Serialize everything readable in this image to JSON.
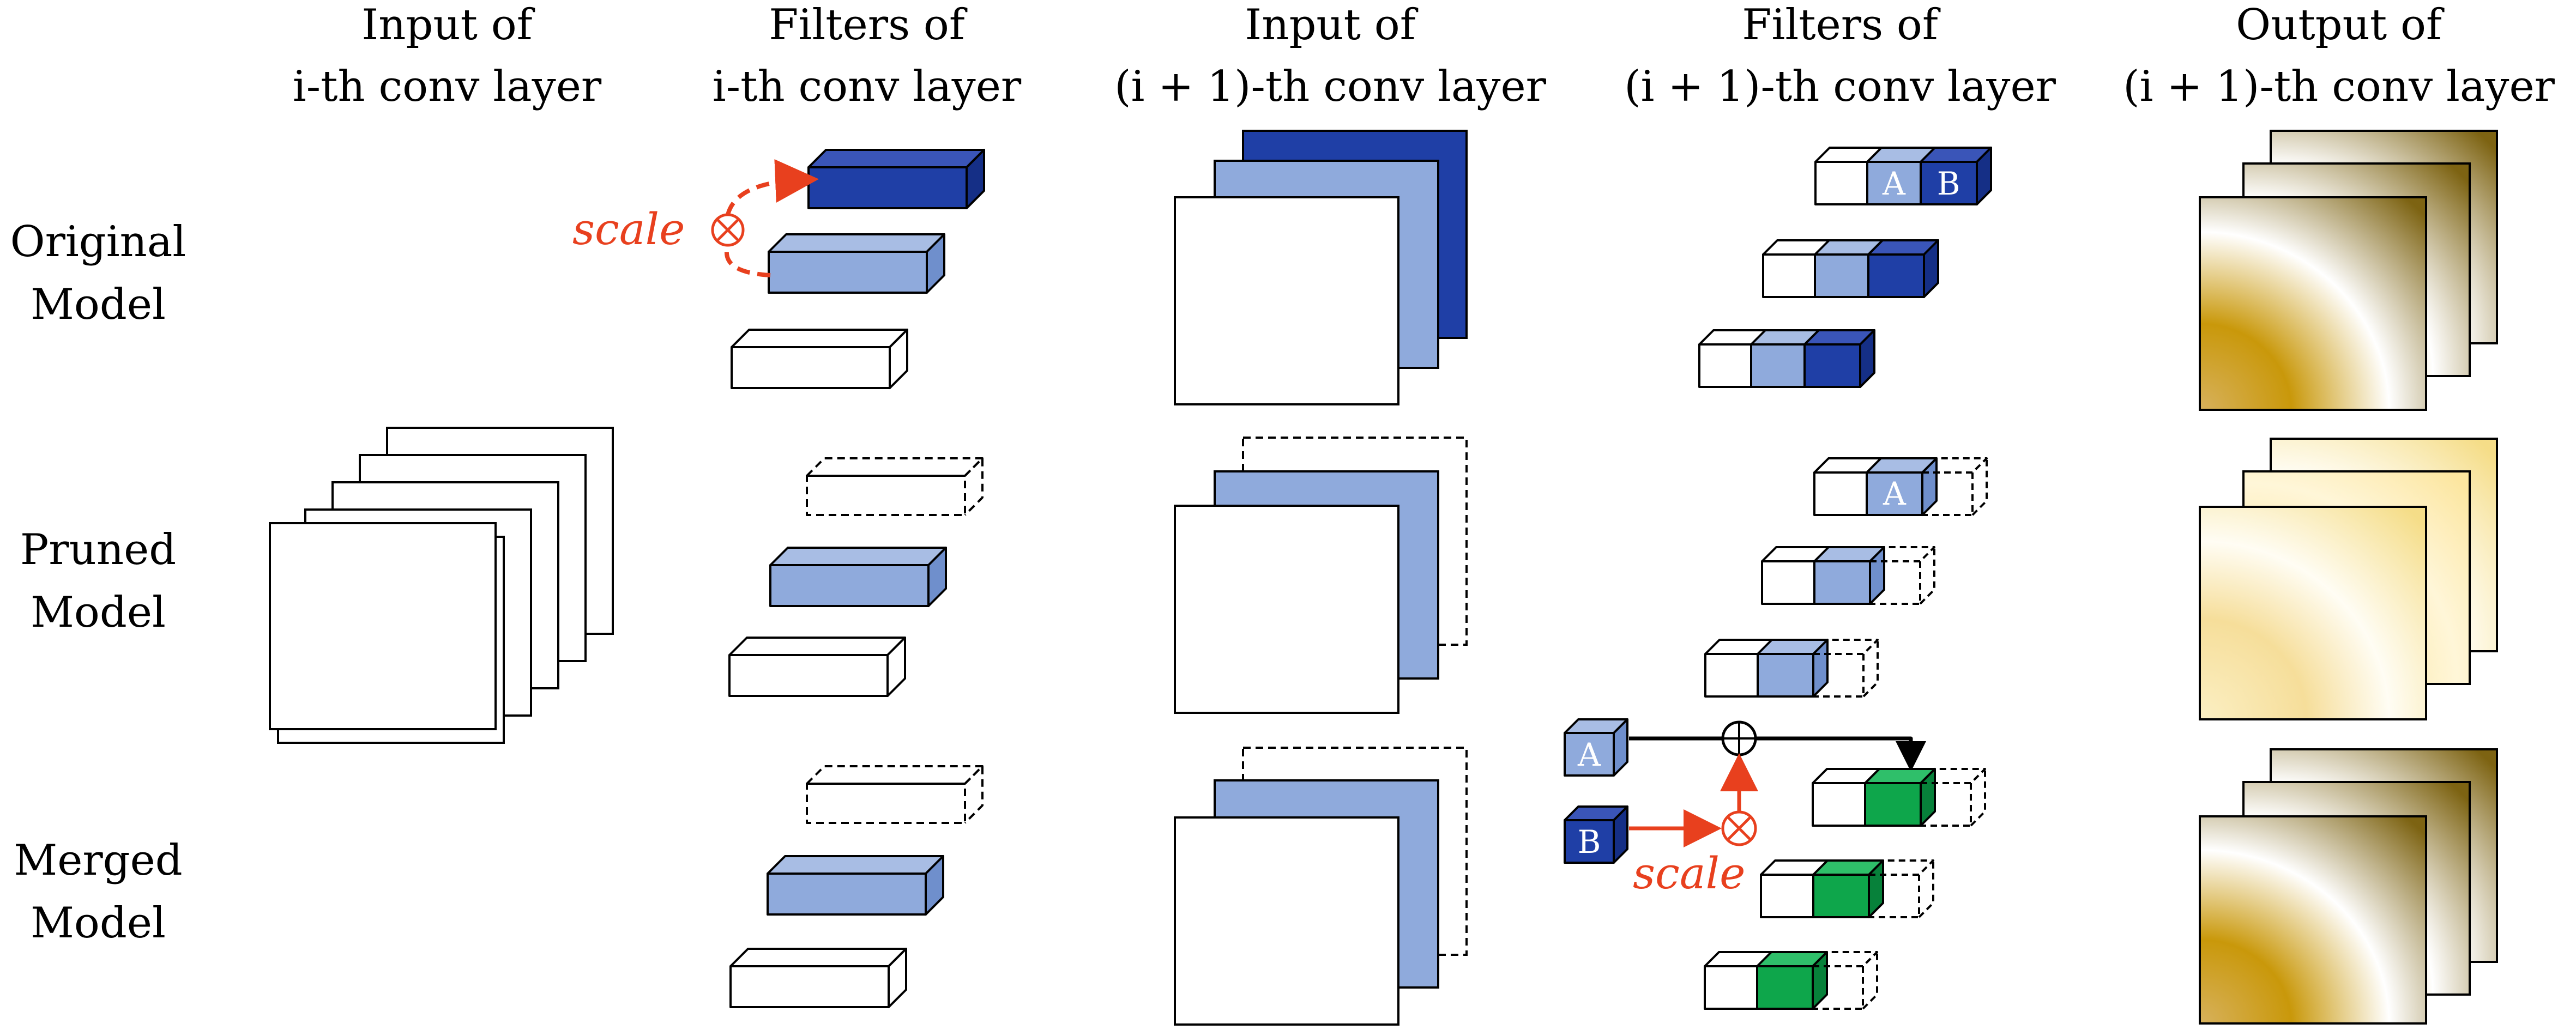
{
  "headers": {
    "col1": {
      "line1": "Input of",
      "line2": "i-th conv layer"
    },
    "col2": {
      "line1": "Filters of",
      "line2": "i-th conv layer"
    },
    "col3": {
      "line1": "Input of",
      "line2": "(i + 1)-th conv layer"
    },
    "col4": {
      "line1": "Filters of",
      "line2": "(i + 1)-th conv layer"
    },
    "col5": {
      "line1": "Output of",
      "line2": "(i + 1)-th conv layer"
    }
  },
  "rows": {
    "original": {
      "line1": "Original",
      "line2": "Model"
    },
    "pruned": {
      "line1": "Pruned",
      "line2": "Model"
    },
    "merged": {
      "line1": "Merged",
      "line2": "Model"
    }
  },
  "annotations": {
    "scale_top": "scale",
    "scale_bottom": "scale",
    "channel_a": "A",
    "channel_b": "B"
  },
  "colors": {
    "dark_blue": "#1f3fa6",
    "light_blue": "#8faadc",
    "green": "#0ea64b",
    "red": "#e8401e",
    "gold": "#c9980a"
  }
}
